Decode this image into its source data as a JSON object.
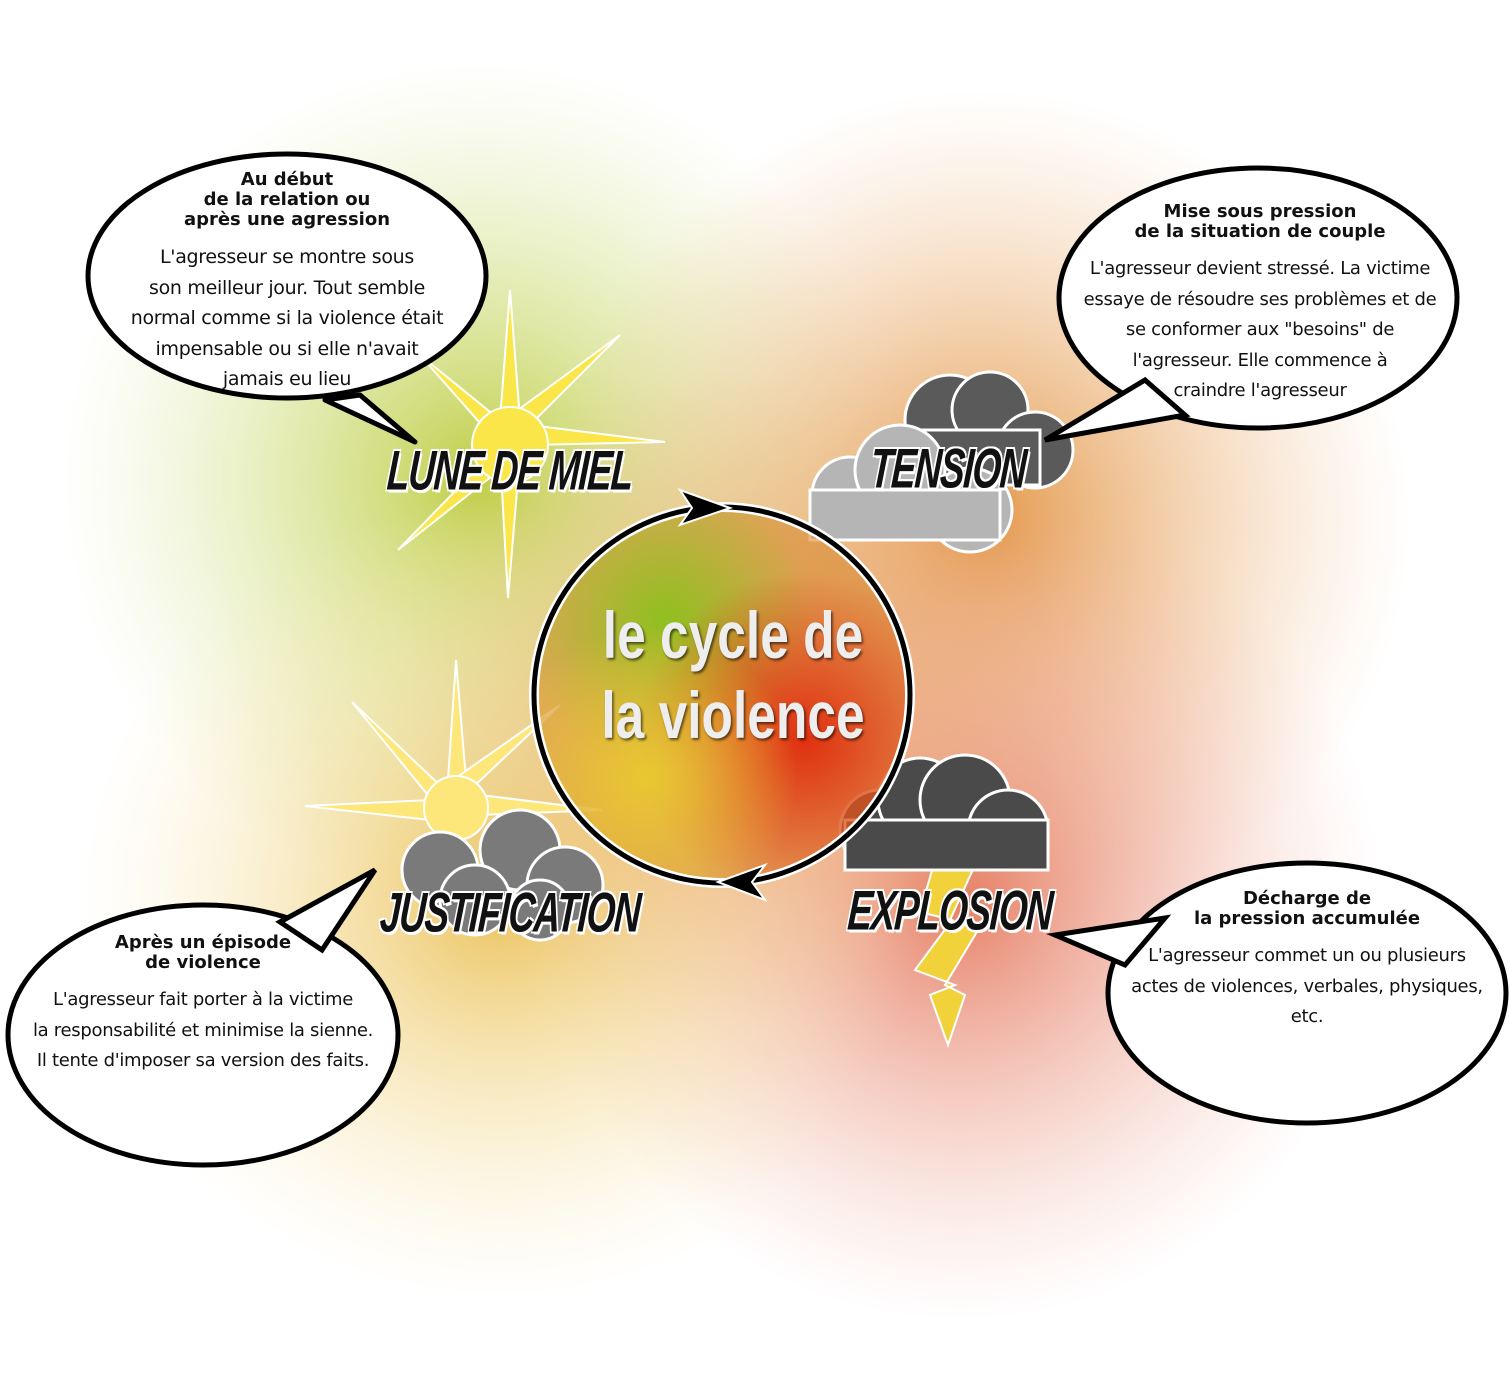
{
  "center_title": {
    "line1": "le cycle de",
    "line2": "la violence"
  },
  "phases": [
    {
      "label": "LUNE DE MIEL",
      "icon": "sun-icon"
    },
    {
      "label": "TENSION",
      "icon": "cloud-icon"
    },
    {
      "label": "EXPLOSION",
      "icon": "storm-lightning-icon"
    },
    {
      "label": "JUSTIFICATION",
      "icon": "sun-behind-cloud-icon"
    }
  ],
  "bubbles": [
    {
      "heading": [
        "Au début",
        "de la relation ou",
        "après une agression"
      ],
      "body": [
        "L'agresseur se montre sous",
        "son meilleur jour. Tout semble",
        "normal comme si la violence était",
        "impensable ou si elle n'avait",
        "jamais eu lieu"
      ]
    },
    {
      "heading": [
        "Mise sous pression",
        "de la situation de couple"
      ],
      "body": [
        "L'agresseur devient stressé. La victime",
        "essaye de résoudre ses problèmes et de",
        "se conformer aux \"besoins\" de",
        "l'agresseur. Elle commence à",
        "craindre l'agresseur"
      ]
    },
    {
      "heading": [
        "Décharge de",
        "la pression accumulée"
      ],
      "body": [
        "L'agresseur commet un ou plusieurs",
        "actes de violences, verbales, physiques,",
        "etc."
      ]
    },
    {
      "heading": [
        "Après un épisode",
        "de violence"
      ],
      "body": [
        "L'agresseur fait porter à la victime",
        "la responsabilité et minimise la sienne.",
        "Il tente d'imposer sa version des faits."
      ]
    }
  ],
  "colors": {
    "honeymoon": "#c8d84a",
    "tension": "#e8a040",
    "explosion": "#e05020",
    "justification": "#f0c050",
    "outline": "#000000"
  }
}
